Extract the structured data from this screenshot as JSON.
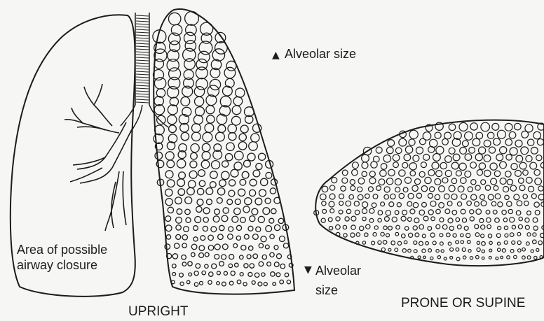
{
  "labels": {
    "alveolar_top": "Alveolar size",
    "alveolar_bottom_1": "Alveolar",
    "alveolar_bottom_2": "size",
    "closure_1": "Area of possible",
    "closure_2": "airway closure",
    "upright": "UPRIGHT",
    "prone": "PRONE OR SUPINE"
  },
  "arrows": {
    "up": "▲",
    "down": "▼"
  },
  "colors": {
    "ink": "#1c1c1c",
    "paper": "#f6f6f4"
  }
}
